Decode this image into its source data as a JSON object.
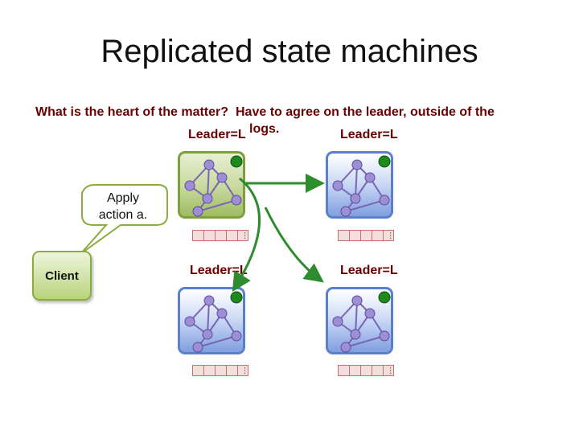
{
  "title": "Replicated state machines",
  "question": "What is the heart of the matter?",
  "answer_line1": "Have to agree on the leader, outside of the",
  "answer_line2": "logs.",
  "leader_labels": [
    "Leader=L",
    "Leader=L",
    "Leader=L",
    "Leader=L"
  ],
  "client": {
    "label": "Client"
  },
  "bubble": {
    "line1": "Apply",
    "line2": "action a."
  },
  "log_ellipsis": "…",
  "colors": {
    "leader_text": "#6b0000",
    "arrow": "#2e8b2e",
    "active_node": "#c7d89c",
    "node": "#7f9fe0",
    "log_cell": "#f3dede"
  }
}
